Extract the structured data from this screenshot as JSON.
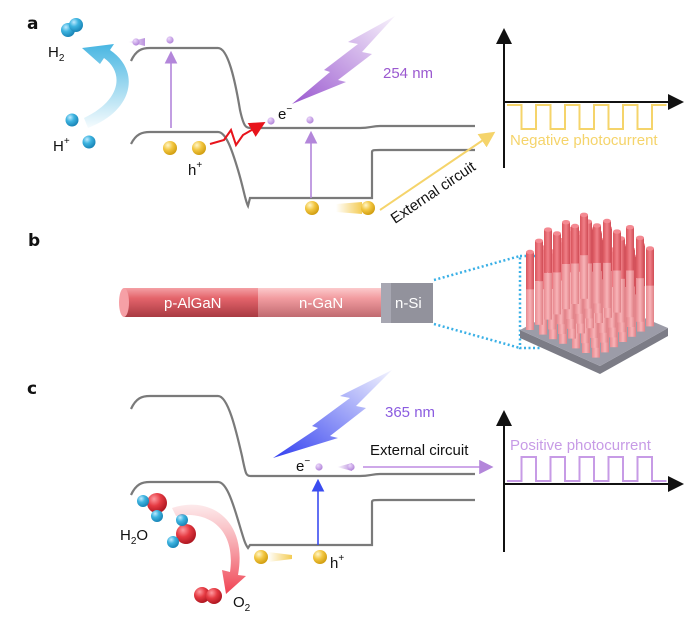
{
  "panels": {
    "a": {
      "label": "a",
      "species": {
        "h2_main": "H",
        "h2_sub": "2",
        "hplus_main": "H",
        "hplus_sup": "+"
      },
      "hole_label": {
        "main": "h",
        "sup": "+"
      },
      "electron_label": {
        "main": "e",
        "sup": "−"
      },
      "wavelength": "254 nm",
      "external_circuit": "External circuit",
      "photocurrent_label": "Negative photocurrent",
      "colors": {
        "light": "#9b59d0",
        "photocurrent": "#f5d46b",
        "hydrogen": "#3eb4e0",
        "hole": "#f2c640",
        "recombination": "#e8141c"
      }
    },
    "b": {
      "label": "b",
      "segments": [
        "p-AlGaN",
        "n-GaN",
        "n-Si"
      ],
      "colors": {
        "p_algan": "#e4646b",
        "n_gan": "#f29ca0",
        "n_si": "#9a9aa4",
        "zoom_outline": "#3ab0e6"
      }
    },
    "c": {
      "label": "c",
      "species": {
        "h2o_main": "H",
        "h2o_sub": "2",
        "h2o_tail": "O",
        "o2_main": "O",
        "o2_sub": "2"
      },
      "hole_label": {
        "main": "h",
        "sup": "+"
      },
      "electron_label": {
        "main": "e",
        "sup": "−"
      },
      "wavelength": "365 nm",
      "external_circuit": "External circuit",
      "photocurrent_label": "Positive photocurrent",
      "colors": {
        "light": "#3a4cf0",
        "photocurrent": "#c79be6",
        "oxygen": "#e53a42",
        "hole": "#f2c640"
      }
    }
  },
  "chart_data": [
    {
      "type": "line",
      "title": "Negative photocurrent",
      "xlabel": "",
      "ylabel": "",
      "description": "Square-wave photocurrent below baseline (light on/off cycles)",
      "cycles": 5,
      "on_level": -1,
      "off_level": 0,
      "x": [
        0,
        1,
        1,
        2,
        2,
        3,
        3,
        4,
        4,
        5,
        5,
        6,
        6,
        7,
        7,
        8,
        8,
        9,
        9,
        10,
        10,
        11
      ],
      "y": [
        0,
        0,
        -1,
        -1,
        0,
        0,
        -1,
        -1,
        0,
        0,
        -1,
        -1,
        0,
        0,
        -1,
        -1,
        0,
        0,
        -1,
        -1,
        0,
        0
      ],
      "xlim": [
        0,
        12
      ],
      "ylim": [
        -2,
        2
      ]
    },
    {
      "type": "line",
      "title": "Positive photocurrent",
      "xlabel": "",
      "ylabel": "",
      "description": "Square-wave photocurrent above baseline (light on/off cycles)",
      "cycles": 5,
      "on_level": 1,
      "off_level": 0,
      "x": [
        0,
        1,
        1,
        2,
        2,
        3,
        3,
        4,
        4,
        5,
        5,
        6,
        6,
        7,
        7,
        8,
        8,
        9,
        9,
        10,
        10,
        11
      ],
      "y": [
        0,
        0,
        1,
        1,
        0,
        0,
        1,
        1,
        0,
        0,
        1,
        1,
        0,
        0,
        1,
        1,
        0,
        0,
        1,
        1,
        0,
        0
      ],
      "xlim": [
        0,
        12
      ],
      "ylim": [
        -2,
        2
      ]
    }
  ]
}
